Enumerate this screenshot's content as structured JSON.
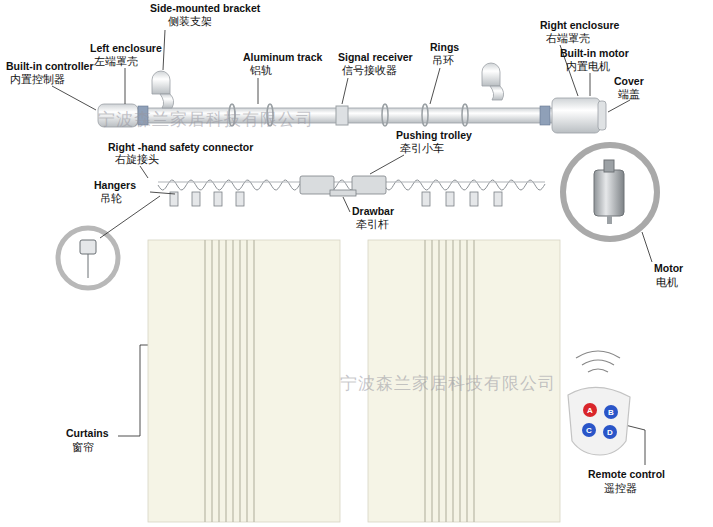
{
  "diagram": {
    "nodes": [
      {
        "text": [
          "A"
        ]
      },
      {
        "text": [
          "B"
        ]
      },
      {
        "text": [
          "C"
        ]
      },
      {
        "text": [
          "D"
        ]
      }
    ],
    "labels": [
      "Side-mounted bracket",
      "侧装支架",
      "Built-in controller",
      "内置控制器",
      "Left enclosure",
      "左端罩壳",
      "Aluminum track",
      "铝轨",
      "Signal receiver",
      "信号接收器",
      "Rings",
      "吊环",
      "Right enclosure",
      "右端罩壳",
      "Built-in motor",
      "内置电机",
      "Cover",
      "端盖",
      "Right -hand safety connector",
      "右旋接头",
      "Pushing trolley",
      "牵引小车",
      "Hangers",
      "吊轮",
      "Drawbar",
      "牵引杆",
      "Motor",
      "电机",
      "Curtains",
      "窗帘",
      "Remote control",
      "遥控器",
      "宁波森兰家居科技有限公司",
      "宁波森兰家居科技有限公司"
    ]
  }
}
